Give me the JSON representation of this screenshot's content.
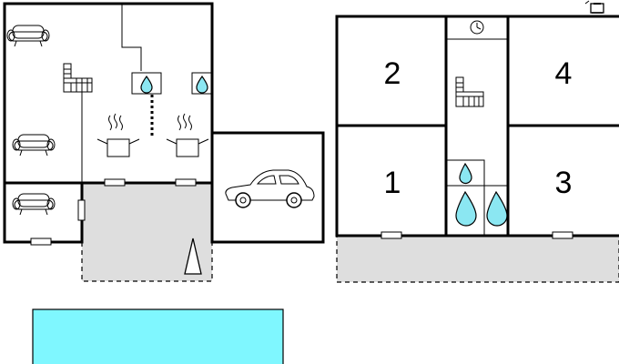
{
  "rooms": [
    {
      "number": "2"
    },
    {
      "number": "4"
    },
    {
      "number": "1"
    },
    {
      "number": "3"
    }
  ]
}
